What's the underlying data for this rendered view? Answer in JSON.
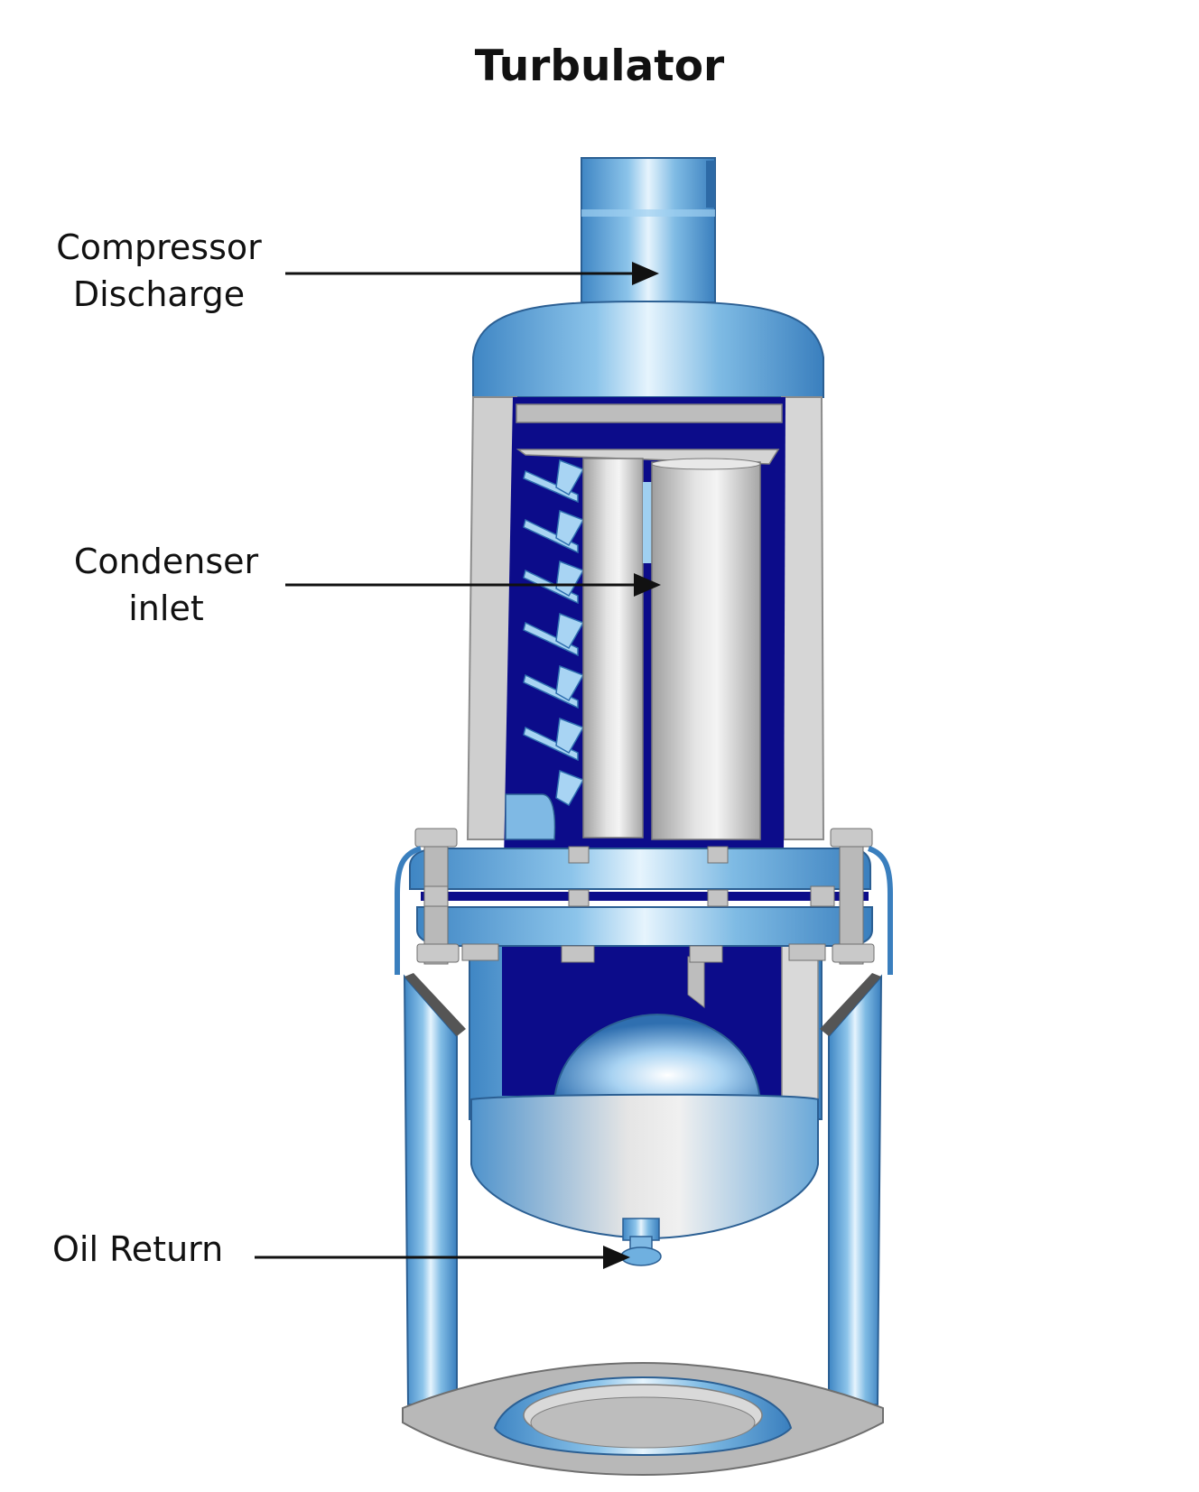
{
  "title": "Turbulator",
  "labels": {
    "compressor_discharge": [
      "Compressor",
      "Discharge"
    ],
    "condenser_inlet": [
      "Condenser",
      "inlet"
    ],
    "oil_return": "Oil Return"
  },
  "colors": {
    "shell_blue": "#5a9fd6",
    "shell_light": "#cfe8f8",
    "interior_navy": "#0c0c8a",
    "wall_gray": "#c9c9c9",
    "arrow": "#111111"
  }
}
